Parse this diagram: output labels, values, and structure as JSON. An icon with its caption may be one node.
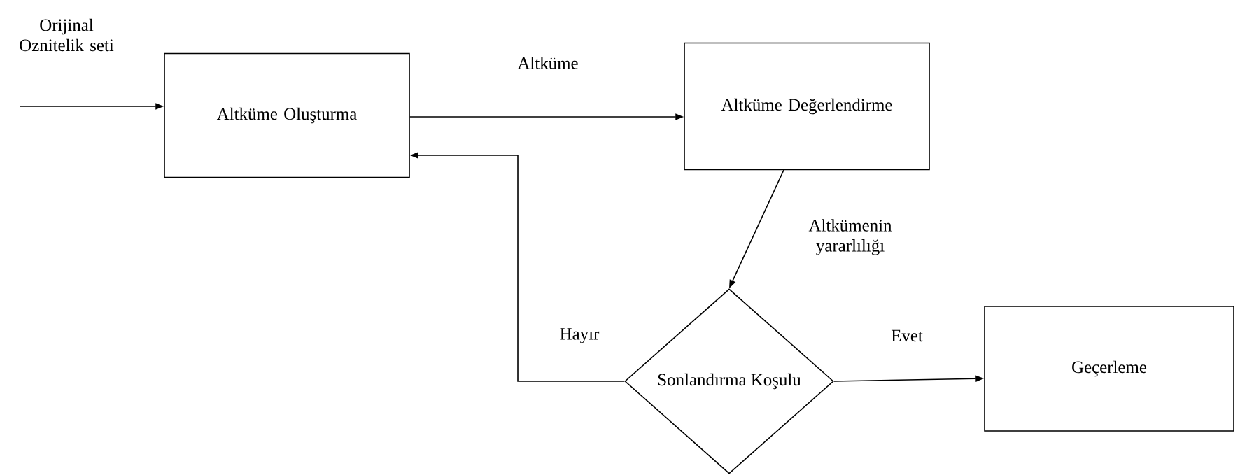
{
  "diagram": {
    "nodes": [
      {
        "text": [
          "Altküme Oluşturma"
        ]
      },
      {
        "text": [
          "Altküme Değerlendirme"
        ]
      },
      {
        "text": [
          "Sonlandırma Koşulu"
        ]
      },
      {
        "text": [
          "Geçerleme"
        ]
      }
    ],
    "edges": [
      {
        "from": null,
        "to": 0,
        "arrow": "to",
        "label": "Orijinal Oznitelik seti"
      },
      {
        "from": 0,
        "to": 1,
        "arrow": "to",
        "label": "Altküme"
      },
      {
        "from": 1,
        "to": 2,
        "arrow": "to",
        "label": "Altkümenin yararlılığı"
      },
      {
        "from": 2,
        "to": 0,
        "arrow": "to",
        "label": "Hayır"
      },
      {
        "from": 2,
        "to": 3,
        "arrow": "to",
        "label": "Evet"
      }
    ]
  }
}
